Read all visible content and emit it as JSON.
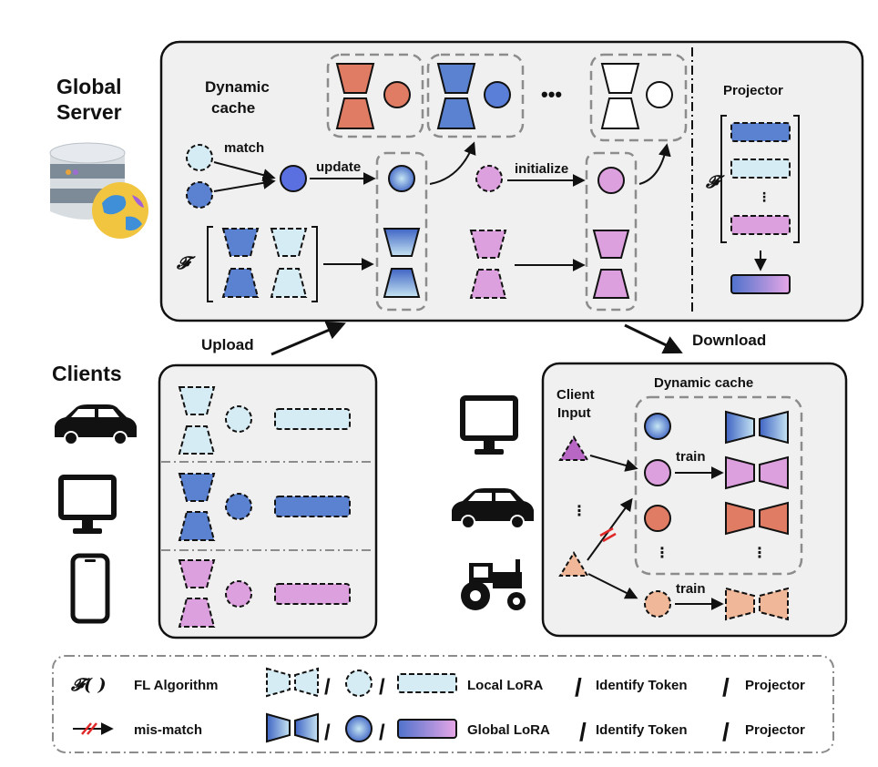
{
  "server": {
    "title_line1": "Global",
    "title_line2": "Server",
    "cache_label_line1": "Dynamic",
    "cache_label_line2": "cache",
    "ellipsis": "•••",
    "match": "match",
    "update": "update",
    "initialize": "initialize",
    "fl_symbol": "𝓕",
    "projector_title": "Projector",
    "projector_fl_symbol": "𝓕"
  },
  "flows": {
    "upload": "Upload",
    "download": "Download"
  },
  "clients": {
    "title": "Clients",
    "devices": [
      "car-icon",
      "monitor-icon",
      "phone-icon"
    ]
  },
  "client_panel": {
    "input_line1": "Client",
    "input_line2": "Input",
    "cache_title": "Dynamic cache",
    "train1": "train",
    "train2": "train",
    "devices": [
      "monitor-icon",
      "car-icon",
      "tractor-icon"
    ]
  },
  "legend": {
    "fl_symbol": "𝓕( )",
    "fl_label": "FL Algorithm",
    "mismatch_label": "mis-match",
    "slash": "/",
    "local_lora": "Local LoRA",
    "identify_token_1": "Identify Token",
    "projector_1": "Projector",
    "global_lora": "Global LoRA",
    "identify_token_2": "Identify Token",
    "projector_2": "Projector"
  },
  "colors": {
    "panel_bg": "#f0f0f0",
    "light_blue": "#d6ecf4",
    "global_blue": "#5a82d0",
    "pink": "#dca0de",
    "salmon": "#e07c64",
    "peach": "#f0b898",
    "gray_dash": "#8c8c8c"
  }
}
